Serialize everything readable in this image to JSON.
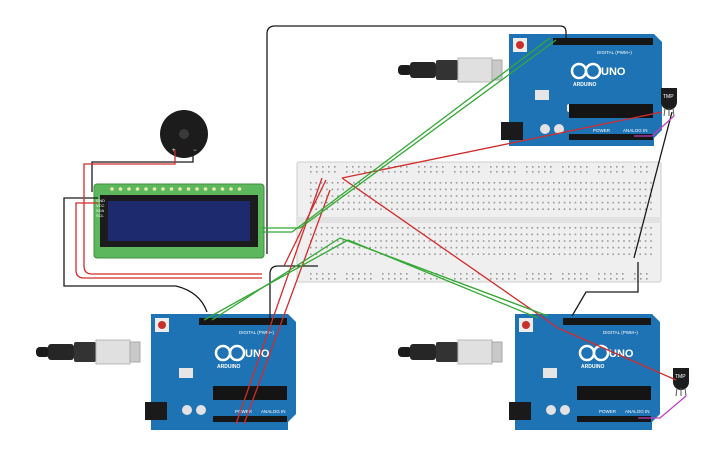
{
  "boards": [
    {
      "id": "top",
      "model": "UNO",
      "brand": "ARDUINO",
      "digital_label": "DIGITAL (PWM~)",
      "power_label": "POWER",
      "analog_label": "ANALOG IN"
    },
    {
      "id": "left",
      "model": "UNO",
      "brand": "ARDUINO",
      "digital_label": "DIGITAL (PWM~)",
      "power_label": "POWER",
      "analog_label": "ANALOG IN"
    },
    {
      "id": "right",
      "model": "UNO",
      "brand": "ARDUINO",
      "digital_label": "DIGITAL (PWM~)",
      "power_label": "POWER",
      "analog_label": "ANALOG IN"
    }
  ],
  "sensors": [
    {
      "id": "top",
      "label": "TMP"
    },
    {
      "id": "right",
      "label": "TMP"
    }
  ],
  "buzzer": {
    "plus": "+",
    "minus": "−"
  },
  "lcd": {
    "pin_labels": [
      "GND",
      "VCC",
      "SDA",
      "SCL"
    ]
  },
  "colors": {
    "arduino_blue": "#1e73b4",
    "wire_red": "#d22c2c",
    "wire_green": "#35a835",
    "wire_black": "#1a1a1a",
    "wire_magenta": "#c03fbf",
    "lcd_board": "#5db85d",
    "lcd_screen": "#1e2a6e",
    "breadboard": "#efefef"
  }
}
